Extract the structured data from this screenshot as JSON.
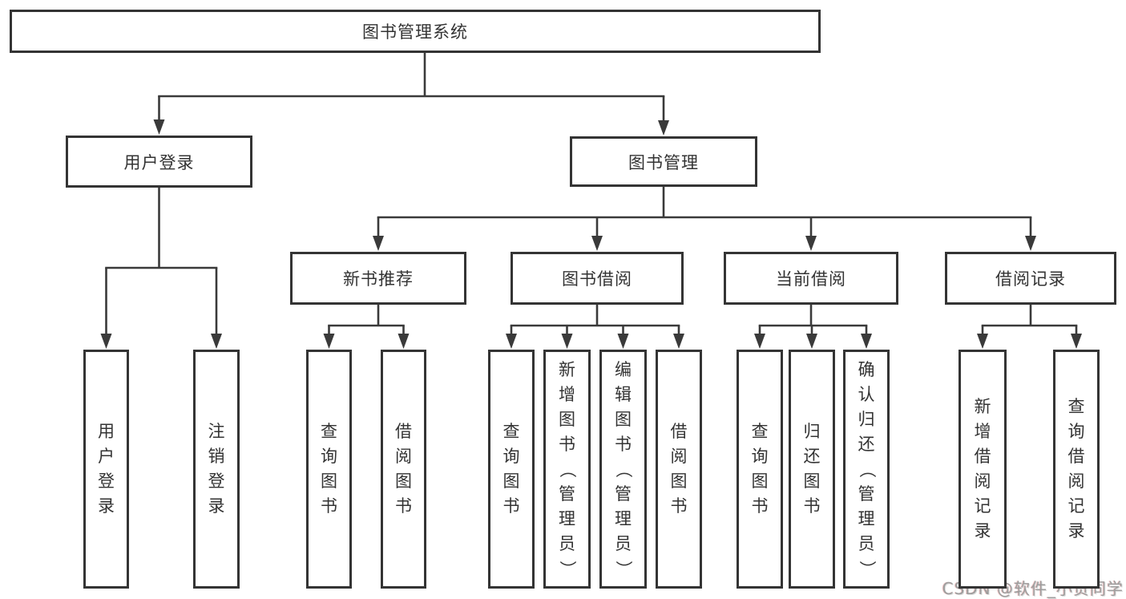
{
  "diagram": {
    "title": "图书管理系统",
    "nodes": [
      {
        "id": "root",
        "label": "图书管理系统",
        "children": [
          "login",
          "mgmt"
        ]
      },
      {
        "id": "login",
        "label": "用户登录",
        "children": [
          "user-login",
          "logout"
        ]
      },
      {
        "id": "mgmt",
        "label": "图书管理",
        "children": [
          "rec",
          "borrow",
          "current",
          "records"
        ]
      },
      {
        "id": "rec",
        "label": "新书推荐",
        "children": [
          "rec-query",
          "rec-borrow"
        ]
      },
      {
        "id": "borrow",
        "label": "图书借阅",
        "children": [
          "bor-query",
          "bor-add",
          "bor-edit",
          "bor-borrow"
        ]
      },
      {
        "id": "current",
        "label": "当前借阅",
        "children": [
          "cur-query",
          "cur-return",
          "cur-confirm"
        ]
      },
      {
        "id": "records",
        "label": "借阅记录",
        "children": [
          "log-add",
          "log-query"
        ]
      },
      {
        "id": "user-login",
        "label": "用户登录",
        "vertical": true
      },
      {
        "id": "logout",
        "label": "注销登录",
        "vertical": true
      },
      {
        "id": "rec-query",
        "label": "查询图书",
        "vertical": true
      },
      {
        "id": "rec-borrow",
        "label": "借阅图书",
        "vertical": true
      },
      {
        "id": "bor-query",
        "label": "查询图书",
        "vertical": true
      },
      {
        "id": "bor-add",
        "label": "新增图书（管理员）",
        "vertical": true
      },
      {
        "id": "bor-edit",
        "label": "编辑图书（管理员）",
        "vertical": true
      },
      {
        "id": "bor-borrow",
        "label": "借阅图书",
        "vertical": true
      },
      {
        "id": "cur-query",
        "label": "查询图书",
        "vertical": true
      },
      {
        "id": "cur-return",
        "label": "归还图书",
        "vertical": true
      },
      {
        "id": "cur-confirm",
        "label": "确认归还（管理员）",
        "vertical": true
      },
      {
        "id": "log-add",
        "label": "新增借阅记录",
        "vertical": true
      },
      {
        "id": "log-query",
        "label": "查询借阅记录",
        "vertical": true
      }
    ]
  },
  "watermark": {
    "text": "CSDN @软件_小贺同学"
  },
  "colors": {
    "line": "#3a3a3a",
    "box_border": "#343434",
    "text": "#333333",
    "background": "#ffffff",
    "watermark": "#9d9d9d"
  }
}
